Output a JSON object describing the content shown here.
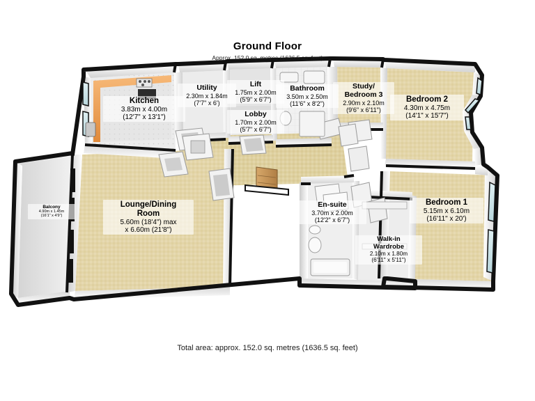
{
  "header": {
    "title": "Ground Floor",
    "subtitle": "Approx. 152.0 sq. metres (1636.5 sq. feet)"
  },
  "footer": {
    "text": "Total area: approx. 152.0 sq. metres (1636.5 sq. feet)"
  },
  "colors": {
    "carpet": "#e3d5a8",
    "carpet_dark": "#d8c894",
    "tile_floor": "#e9e9e9",
    "wall_light": "#fdfdfd",
    "wall_shade": "#d6d6d6",
    "wall_outline": "#111111",
    "counter_orange": "#f0a254",
    "door_wood": "#c99a5e",
    "glass_blue": "#cfe4e8",
    "background": "#ffffff"
  },
  "rooms": [
    {
      "id": "kitchen",
      "name": "Kitchen",
      "dim_metric": "3.83m x 4.00m",
      "dim_imperial": "(12'7\" x 13'1\")",
      "floor": "tile"
    },
    {
      "id": "utility",
      "name": "Utility",
      "dim_metric": "2.30m x 1.84m",
      "dim_imperial": "(7'7\" x 6')",
      "floor": "tile"
    },
    {
      "id": "lift",
      "name": "Lift",
      "dim_metric": "1.75m x 2.00m",
      "dim_imperial": "(5'9\" x 6'7\")",
      "floor": "tile"
    },
    {
      "id": "lobby",
      "name": "Lobby",
      "dim_metric": "1.70m x 2.00m",
      "dim_imperial": "(5'7\" x 6'7\")",
      "floor": "tile"
    },
    {
      "id": "bathroom",
      "name": "Bathroom",
      "dim_metric": "3.50m x 2.50m",
      "dim_imperial": "(11'6\" x 8'2\")",
      "floor": "tile"
    },
    {
      "id": "study-bedroom-3",
      "name": "Study/\nBedroom 3",
      "name_line_1": "Study/",
      "name_line_2": "Bedroom 3",
      "dim_metric": "2.90m x 2.10m",
      "dim_imperial": "(9'6\" x 6'11\")",
      "floor": "carpet"
    },
    {
      "id": "bedroom-2",
      "name": "Bedroom 2",
      "dim_metric": "4.30m x 4.75m",
      "dim_imperial": "(14'1\" x 15'7\")",
      "floor": "carpet"
    },
    {
      "id": "bedroom-1",
      "name": "Bedroom 1",
      "dim_metric": "5.15m x 6.10m",
      "dim_imperial": "(16'11\" x 20')",
      "floor": "carpet"
    },
    {
      "id": "lounge-dining-room",
      "name_line_1": "Lounge/Dining",
      "name_line_2": "Room",
      "dim_metric": "5.60m (18'4\") max",
      "dim_imperial": "x 6.60m (21'8\")",
      "floor": "carpet"
    },
    {
      "id": "en-suite",
      "name": "En-suite",
      "dim_metric": "3.70m x 2.00m",
      "dim_imperial": "(12'2\" x 6'7\")",
      "floor": "tile"
    },
    {
      "id": "walk-in-wardrobe",
      "name_line_1": "Walk-in",
      "name_line_2": "Wardrobe",
      "dim_metric": "2.10m x 1.80m",
      "dim_imperial": "(6'11\" x 5'11\")",
      "floor": "tile"
    },
    {
      "id": "balcony",
      "name": "Balcony",
      "dim_metric": "4.90m x 1.45m",
      "dim_imperial": "(16'1\" x 4'9\")",
      "floor": "tile"
    }
  ]
}
